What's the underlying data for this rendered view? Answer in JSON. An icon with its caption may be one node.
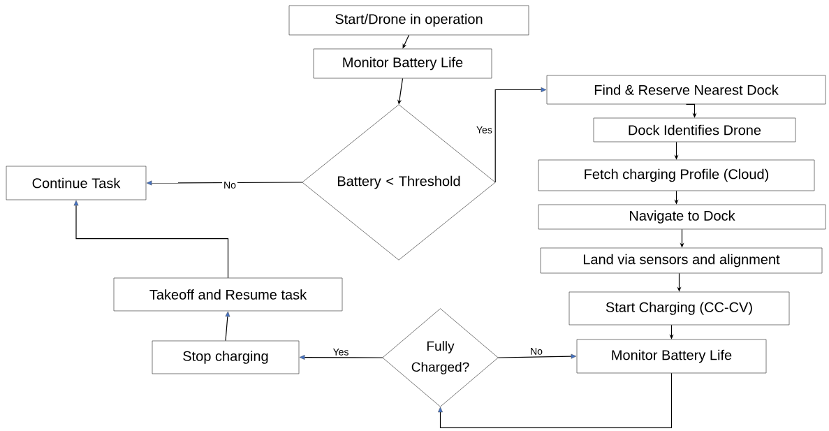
{
  "diagram": {
    "nodes": [
      {
        "text": [
          "Start/Drone in operation"
        ]
      },
      {
        "text": [
          "Monitor Battery Life"
        ]
      },
      {
        "text": [
          "Battery < Threshold"
        ]
      },
      {
        "text": [
          "Continue Task"
        ]
      },
      {
        "text": [
          "Find & Reserve Nearest Dock"
        ]
      },
      {
        "text": [
          "Dock Identifies Drone"
        ]
      },
      {
        "text": [
          "Fetch charging Profile (Cloud)"
        ]
      },
      {
        "text": [
          "Navigate to Dock"
        ]
      },
      {
        "text": [
          "Land via sensors and alignment"
        ]
      },
      {
        "text": [
          "Start Charging (CC-CV)"
        ]
      },
      {
        "text": [
          "Monitor Battery Life"
        ]
      },
      {
        "text": [
          "Fully Charged?"
        ]
      },
      {
        "text": [
          "Stop charging"
        ]
      },
      {
        "text": [
          "Takeoff and Resume task"
        ]
      }
    ],
    "edges": [
      {
        "from": 0,
        "to": 1,
        "arrow": "to"
      },
      {
        "from": 1,
        "to": 2,
        "arrow": "to"
      },
      {
        "from": 2,
        "to": 3,
        "arrow": "to",
        "label": "No"
      },
      {
        "from": 2,
        "to": 4,
        "arrow": "to",
        "label": "Yes"
      },
      {
        "from": 4,
        "to": 5,
        "arrow": "to"
      },
      {
        "from": 5,
        "to": 6,
        "arrow": "to"
      },
      {
        "from": 6,
        "to": 7,
        "arrow": "to"
      },
      {
        "from": 7,
        "to": 8,
        "arrow": "to"
      },
      {
        "from": 8,
        "to": 9,
        "arrow": "to"
      },
      {
        "from": 9,
        "to": 10,
        "arrow": "to"
      },
      {
        "from": 11,
        "to": 10,
        "arrow": "to",
        "label": "No"
      },
      {
        "from": 10,
        "to": 11,
        "arrow": "to"
      },
      {
        "from": 11,
        "to": 12,
        "arrow": "to",
        "label": "Yes"
      },
      {
        "from": 12,
        "to": 13,
        "arrow": "to"
      },
      {
        "from": 13,
        "to": 3,
        "arrow": "to"
      }
    ]
  }
}
